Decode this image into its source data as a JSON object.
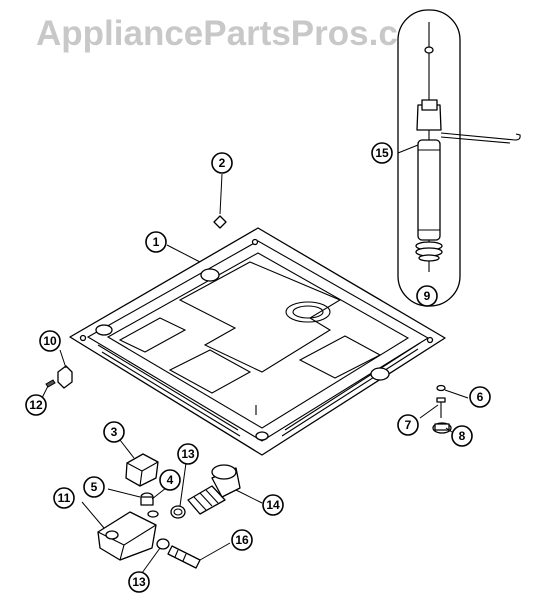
{
  "watermark": "AppliancePartsPros.com",
  "callouts": {
    "c1": "1",
    "c2": "2",
    "c3": "3",
    "c4": "4",
    "c5": "5",
    "c6": "6",
    "c7": "7",
    "c8": "8",
    "c9": "9",
    "c10": "10",
    "c11": "11",
    "c12": "12",
    "c13a": "13",
    "c13b": "13",
    "c14": "14",
    "c15": "15",
    "c16": "16"
  },
  "colors": {
    "line": "#000000",
    "background": "#ffffff",
    "watermark": "#c8c8c8"
  }
}
